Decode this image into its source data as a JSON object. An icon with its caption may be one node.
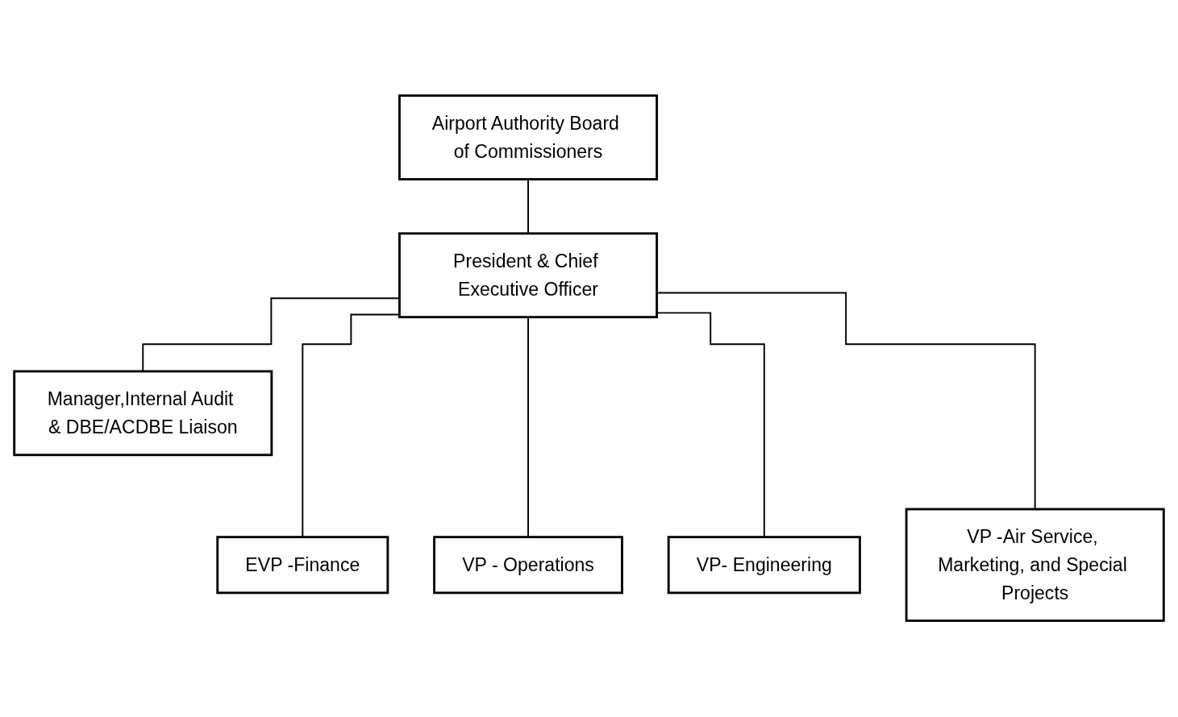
{
  "diagram": {
    "nodes": [
      {
        "text": [
          "Airport Authority Board of Commissioners"
        ]
      },
      {
        "text": [
          "President & Chief Executive Officer"
        ]
      },
      {
        "text": [
          "Manager,Internal Audit & DBE/ACDBE Liaison"
        ]
      },
      {
        "text": [
          "EVP -Finance"
        ]
      },
      {
        "text": [
          "VP - Operations"
        ]
      },
      {
        "text": [
          "VP- Engineering"
        ]
      },
      {
        "text": [
          "VP -Air Service, Marketing, and Special Projects"
        ]
      }
    ],
    "edges": [
      {
        "from": 0,
        "to": 1,
        "arrow": "none"
      },
      {
        "from": 1,
        "to": 2,
        "arrow": "none"
      },
      {
        "from": 1,
        "to": 3,
        "arrow": "none"
      },
      {
        "from": 1,
        "to": 4,
        "arrow": "none"
      },
      {
        "from": 1,
        "to": 5,
        "arrow": "none"
      },
      {
        "from": 1,
        "to": 6,
        "arrow": "none"
      }
    ]
  }
}
